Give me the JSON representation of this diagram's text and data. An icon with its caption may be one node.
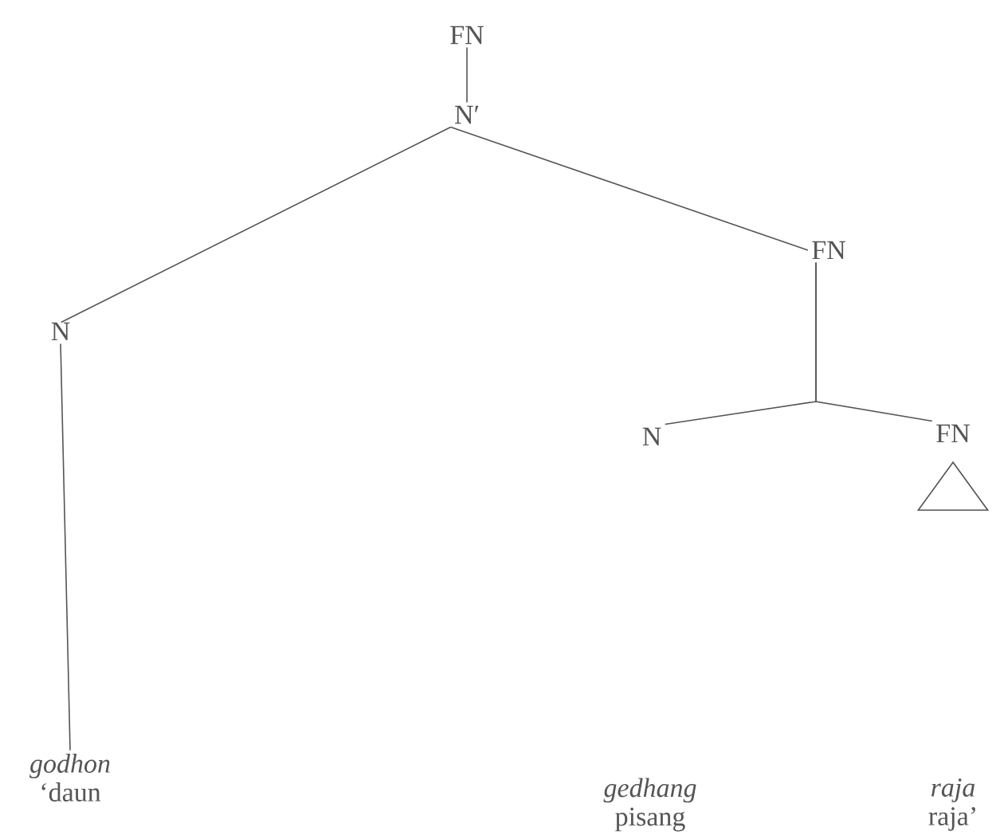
{
  "diagram": {
    "nodes": [
      {
        "text": [
          "FN"
        ]
      },
      {
        "text": [
          "N′"
        ]
      },
      {
        "text": [
          "N"
        ]
      },
      {
        "text": [
          "FN"
        ]
      },
      {
        "text": [
          "N"
        ]
      },
      {
        "text": [
          "FN"
        ]
      },
      {
        "text": [],
        "shape": "triangle"
      },
      {
        "text": [
          "godhon",
          "‘daun"
        ]
      },
      {
        "text": [
          "gedhang",
          "pisang"
        ]
      },
      {
        "text": [
          "raja",
          "raja’"
        ]
      }
    ],
    "edges": [
      {
        "from": 0,
        "to": 1,
        "arrow": "none"
      },
      {
        "from": 1,
        "to": 2,
        "arrow": "none"
      },
      {
        "from": 1,
        "to": 3,
        "arrow": "none"
      },
      {
        "from": 3,
        "to": 4,
        "arrow": "none"
      },
      {
        "from": 3,
        "to": 5,
        "arrow": "none"
      },
      {
        "from": 2,
        "to": 7,
        "arrow": "none"
      }
    ]
  }
}
